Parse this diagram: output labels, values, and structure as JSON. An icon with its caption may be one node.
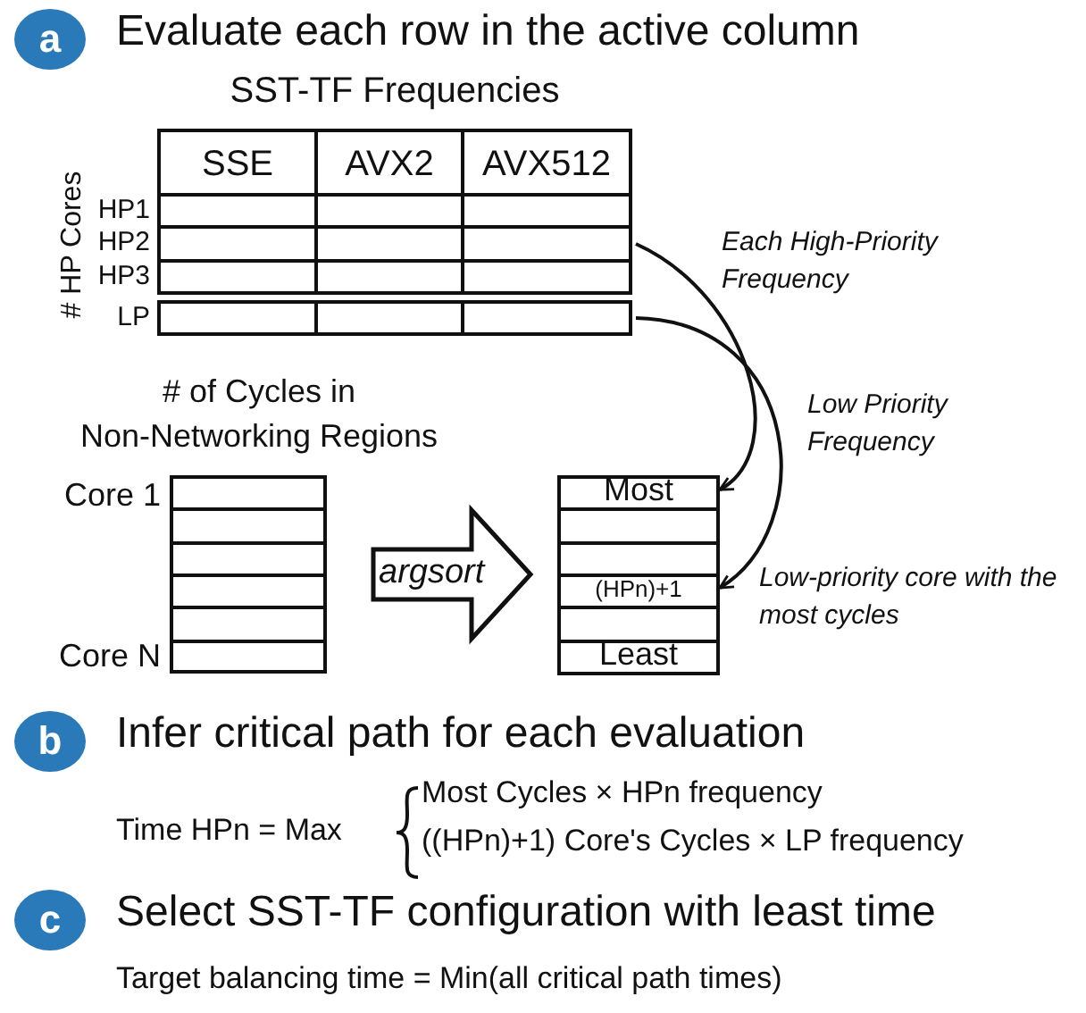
{
  "diagram": {
    "nodes": [
      {
        "text": [
          "a"
        ],
        "beside": [
          "Evaluate each row in the active column"
        ]
      },
      {
        "text": [
          "SST-TF Frequencies"
        ]
      },
      {
        "text": [
          "HP1"
        ]
      },
      {
        "text": [
          "HP2"
        ]
      },
      {
        "text": [
          "HP3"
        ]
      },
      {
        "text": [
          "LP"
        ]
      },
      {
        "text": [
          "# of Cycles in Non-Networking Regions"
        ]
      },
      {
        "text": [],
        "shape": "box"
      },
      {
        "text": [
          "Most"
        ],
        "in": 7
      },
      {
        "text": [
          "(HPn)+1"
        ],
        "in": 7,
        "beside": [
          "Low-priority core with the most cycles"
        ]
      },
      {
        "text": [
          "Least"
        ],
        "in": 7
      },
      {
        "text": [
          "b"
        ],
        "beside": [
          "Infer critical path for each evaluation"
        ]
      },
      {
        "text": [
          "c"
        ],
        "beside": [
          "Select SST-TF configuration with least time"
        ]
      }
    ],
    "edges": [
      {
        "from": 3,
        "to": 8,
        "arrow": "to",
        "label": "Each High-Priority Frequency"
      },
      {
        "from": 5,
        "to": 9,
        "arrow": "to",
        "label": "Low Priority Frequency"
      },
      {
        "from": 6,
        "to": 7,
        "arrow": "to",
        "label": "argsort",
        "style": "thick"
      }
    ],
    "labels": [
      "SSE",
      "AVX2",
      "AVX512",
      "# HP Cores",
      "Core 1",
      "Core N",
      "Time HPn = Max",
      "Most Cycles × HPn frequency",
      "((HPn)+1) Core's Cycles × LP frequency",
      "Target balancing time = Min(all critical path times)"
    ]
  }
}
